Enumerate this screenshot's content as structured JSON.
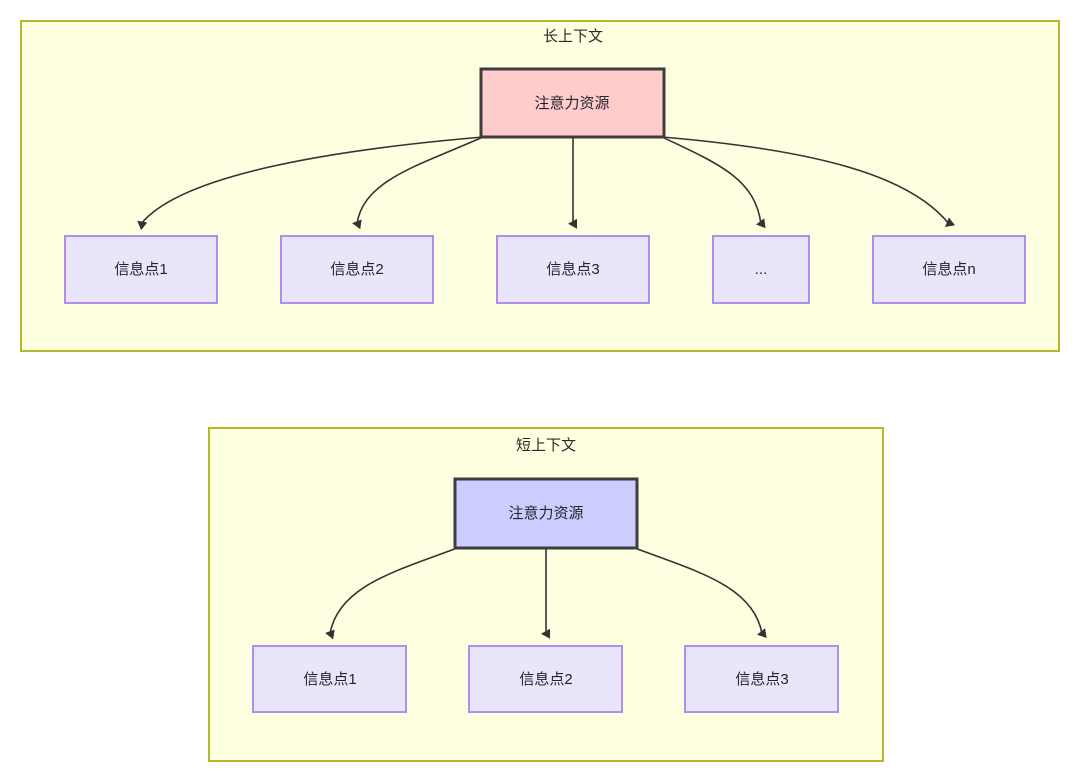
{
  "diagram": {
    "type": "node-edge-tree",
    "background": "#ffffff",
    "colors": {
      "panel_fill": "#fefee0",
      "panel_border": "#b7b72e",
      "root_long_fill": "#ffcccc",
      "root_short_fill": "#ccccff",
      "root_border": "#3d3d3d",
      "leaf_fill": "#e9e6fc",
      "leaf_border": "#b28df0",
      "edge_stroke": "#333333",
      "text": "#22242a"
    },
    "panels": [
      {
        "id": "long-context",
        "title": "长上下文",
        "root": {
          "label": "注意力资源",
          "style": "root-long"
        },
        "leaves": [
          {
            "label": "信息点1"
          },
          {
            "label": "信息点2"
          },
          {
            "label": "信息点3"
          },
          {
            "label": "..."
          },
          {
            "label": "信息点n"
          }
        ]
      },
      {
        "id": "short-context",
        "title": "短上下文",
        "root": {
          "label": "注意力资源",
          "style": "root-short"
        },
        "leaves": [
          {
            "label": "信息点1"
          },
          {
            "label": "信息点2"
          },
          {
            "label": "信息点3"
          }
        ]
      }
    ]
  }
}
